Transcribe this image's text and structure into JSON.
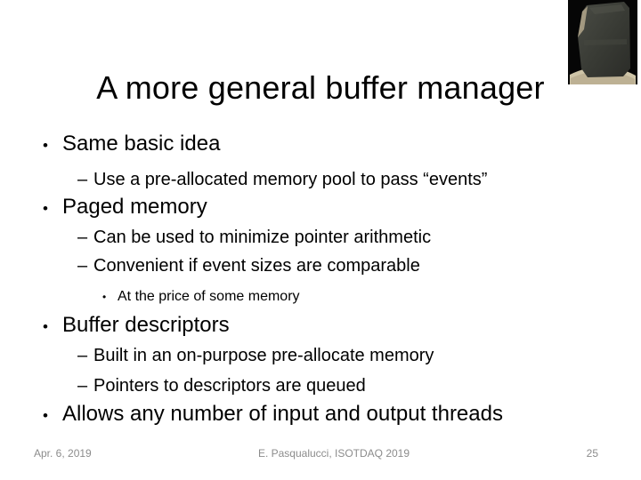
{
  "slide": {
    "title": "A more general buffer manager",
    "markers": {
      "disc": "•",
      "dash": "–"
    },
    "bullets": [
      {
        "level": 1,
        "text": "Same basic idea"
      },
      {
        "level": 2,
        "text": "Use a pre-allocated memory pool to pass “events”"
      },
      {
        "level": 1,
        "text": "Paged memory"
      },
      {
        "level": 2,
        "text": "Can be used to minimize pointer arithmetic"
      },
      {
        "level": 2,
        "text": "Convenient if event sizes are comparable"
      },
      {
        "level": 3,
        "text": "At the price of some memory"
      },
      {
        "level": 1,
        "text": "Buffer descriptors"
      },
      {
        "level": 2,
        "text": "Built in an on-purpose pre-allocate memory"
      },
      {
        "level": 2,
        "text": "Pointers to descriptors are queued"
      },
      {
        "level": 1,
        "text": "Allows any number of input and output threads"
      }
    ],
    "footer": {
      "date": "Apr. 6, 2019",
      "credit": "E. Pasqualucci, ISOTDAQ 2019",
      "page_number": "25"
    },
    "image": {
      "label": "Rosetta Stone photo"
    },
    "colors": {
      "text": "#000000",
      "footer_text": "#8c8c8c",
      "background": "#ffffff",
      "photo_background": "#060606",
      "stone": "#3b3d38",
      "pedestal": "#cfc5a8",
      "stone_edge_highlight": "#b3a78c"
    }
  }
}
